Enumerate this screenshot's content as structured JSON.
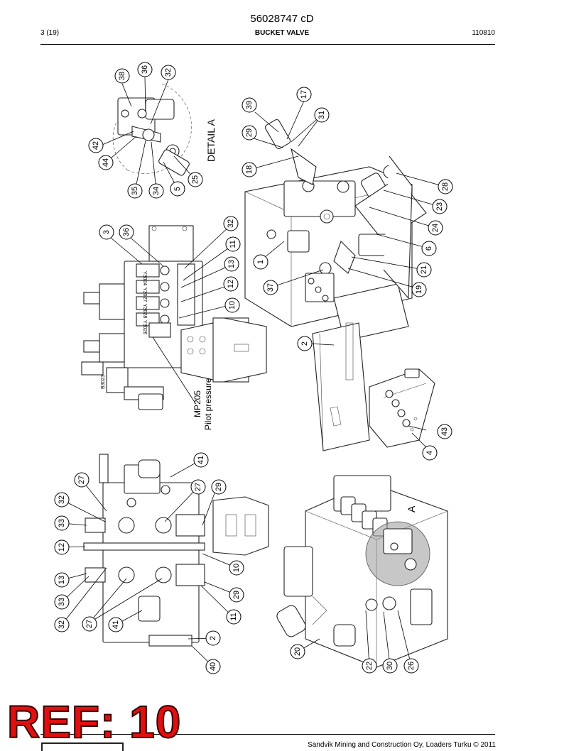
{
  "header": {
    "doc_number": "56028747 cD",
    "page": "3 (19)",
    "title": "BUCKET VALVE",
    "date": "110810"
  },
  "labels": {
    "detail_a": "DETAIL A",
    "mp205": "MP205",
    "pilot_pressure": "Pilot pressure",
    "marker_a": "A",
    "code_v3024": "Y3024",
    "code_v3027": "Y3027",
    "code_v3028": "Y3028",
    "code_v3026": "Y3026",
    "code_b3023": "B3023"
  },
  "callouts": {
    "c38": "38",
    "c36a": "36",
    "c32a": "32",
    "c39": "39",
    "c17": "17",
    "c31": "31",
    "c29a": "29",
    "c42": "42",
    "c44": "44",
    "c18": "18",
    "c35": "35",
    "c34": "34",
    "c5": "5",
    "c25": "25",
    "c28": "28",
    "c23": "23",
    "c3": "3",
    "c36b": "36",
    "c32b": "32",
    "c11a": "11",
    "c1": "1",
    "c24": "24",
    "c6": "6",
    "c13a": "13",
    "c21": "21",
    "c12a": "12",
    "c37": "37",
    "c19": "19",
    "c10a": "10",
    "c2a": "2",
    "c43": "43",
    "c4": "4",
    "c41a": "41",
    "c27a": "27",
    "c27b": "27",
    "c29b": "29",
    "c32c": "32",
    "c33a": "33",
    "c12b": "12",
    "c10b": "10",
    "c13b": "13",
    "c29c": "29",
    "c33b": "33",
    "c11b": "11",
    "c32d": "32",
    "c27c": "27",
    "c41b": "41",
    "c2b": "2",
    "c40": "40",
    "c20": "20",
    "c22": "22",
    "c30": "30",
    "c26": "26"
  },
  "footer": {
    "ref_stamp": "REF: 10",
    "copyright": "Sandvik Mining and Construction Oy, Loaders Turku © 2011"
  }
}
